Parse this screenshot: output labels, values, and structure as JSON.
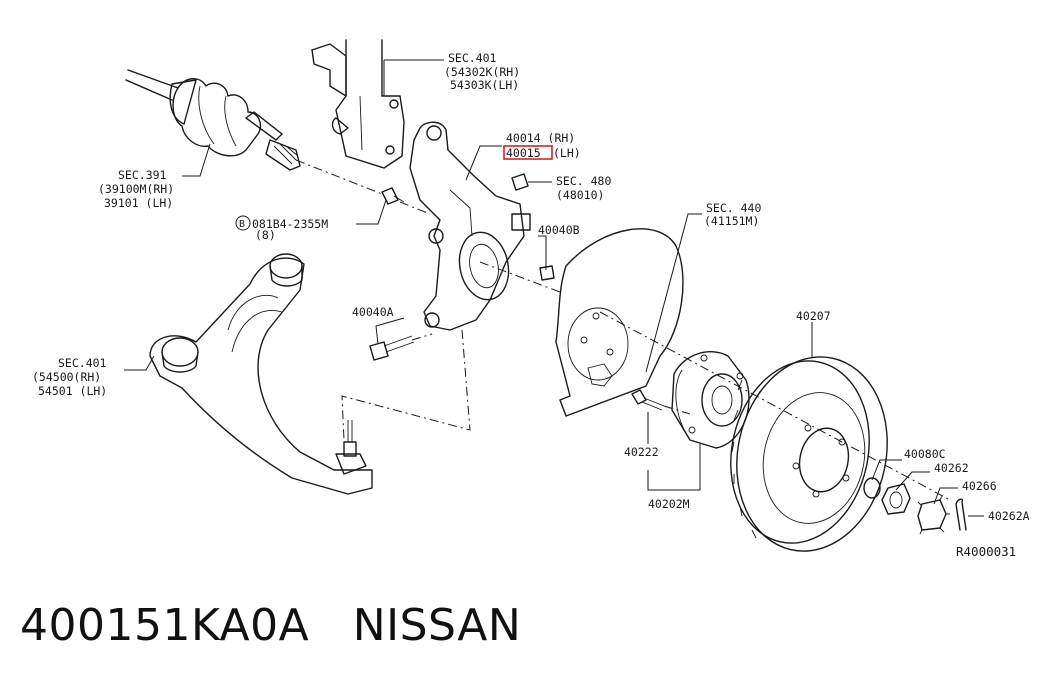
{
  "callouts": {
    "sec401_strut": {
      "title": "SEC.401",
      "line1": "(54302K(RH)",
      "line2": "54303K(LH)"
    },
    "knuckle": {
      "rh": "40014 (RH)",
      "lh_code": "40015",
      "lh_side": "(LH)"
    },
    "sec480": {
      "title": "SEC. 480",
      "line1": "(48010)"
    },
    "sec391": {
      "title": "SEC.391",
      "line1": "(39100M(RH)",
      "line2": "39101 (LH)"
    },
    "bolt_b": {
      "badge": "B",
      "code": "081B4-2355M",
      "qty": "(8)"
    },
    "part_40040b": "40040B",
    "sec440": {
      "title": "SEC. 440",
      "line1": "(41151M)"
    },
    "part_40040a": "40040A",
    "sec401_arm": {
      "title": "SEC.401",
      "line1": "(54500(RH)",
      "line2": "54501 (LH)"
    },
    "part_40207": "40207",
    "part_40080c": "40080C",
    "part_40262": "40262",
    "part_40266": "40266",
    "part_40222": "40222",
    "part_40262a": "40262A",
    "part_40202m": "40202M",
    "diagram_id": "R4000031"
  },
  "highlight_color": "#e02020",
  "caption": {
    "part_number": "400151KA0A",
    "brand": "NISSAN"
  }
}
